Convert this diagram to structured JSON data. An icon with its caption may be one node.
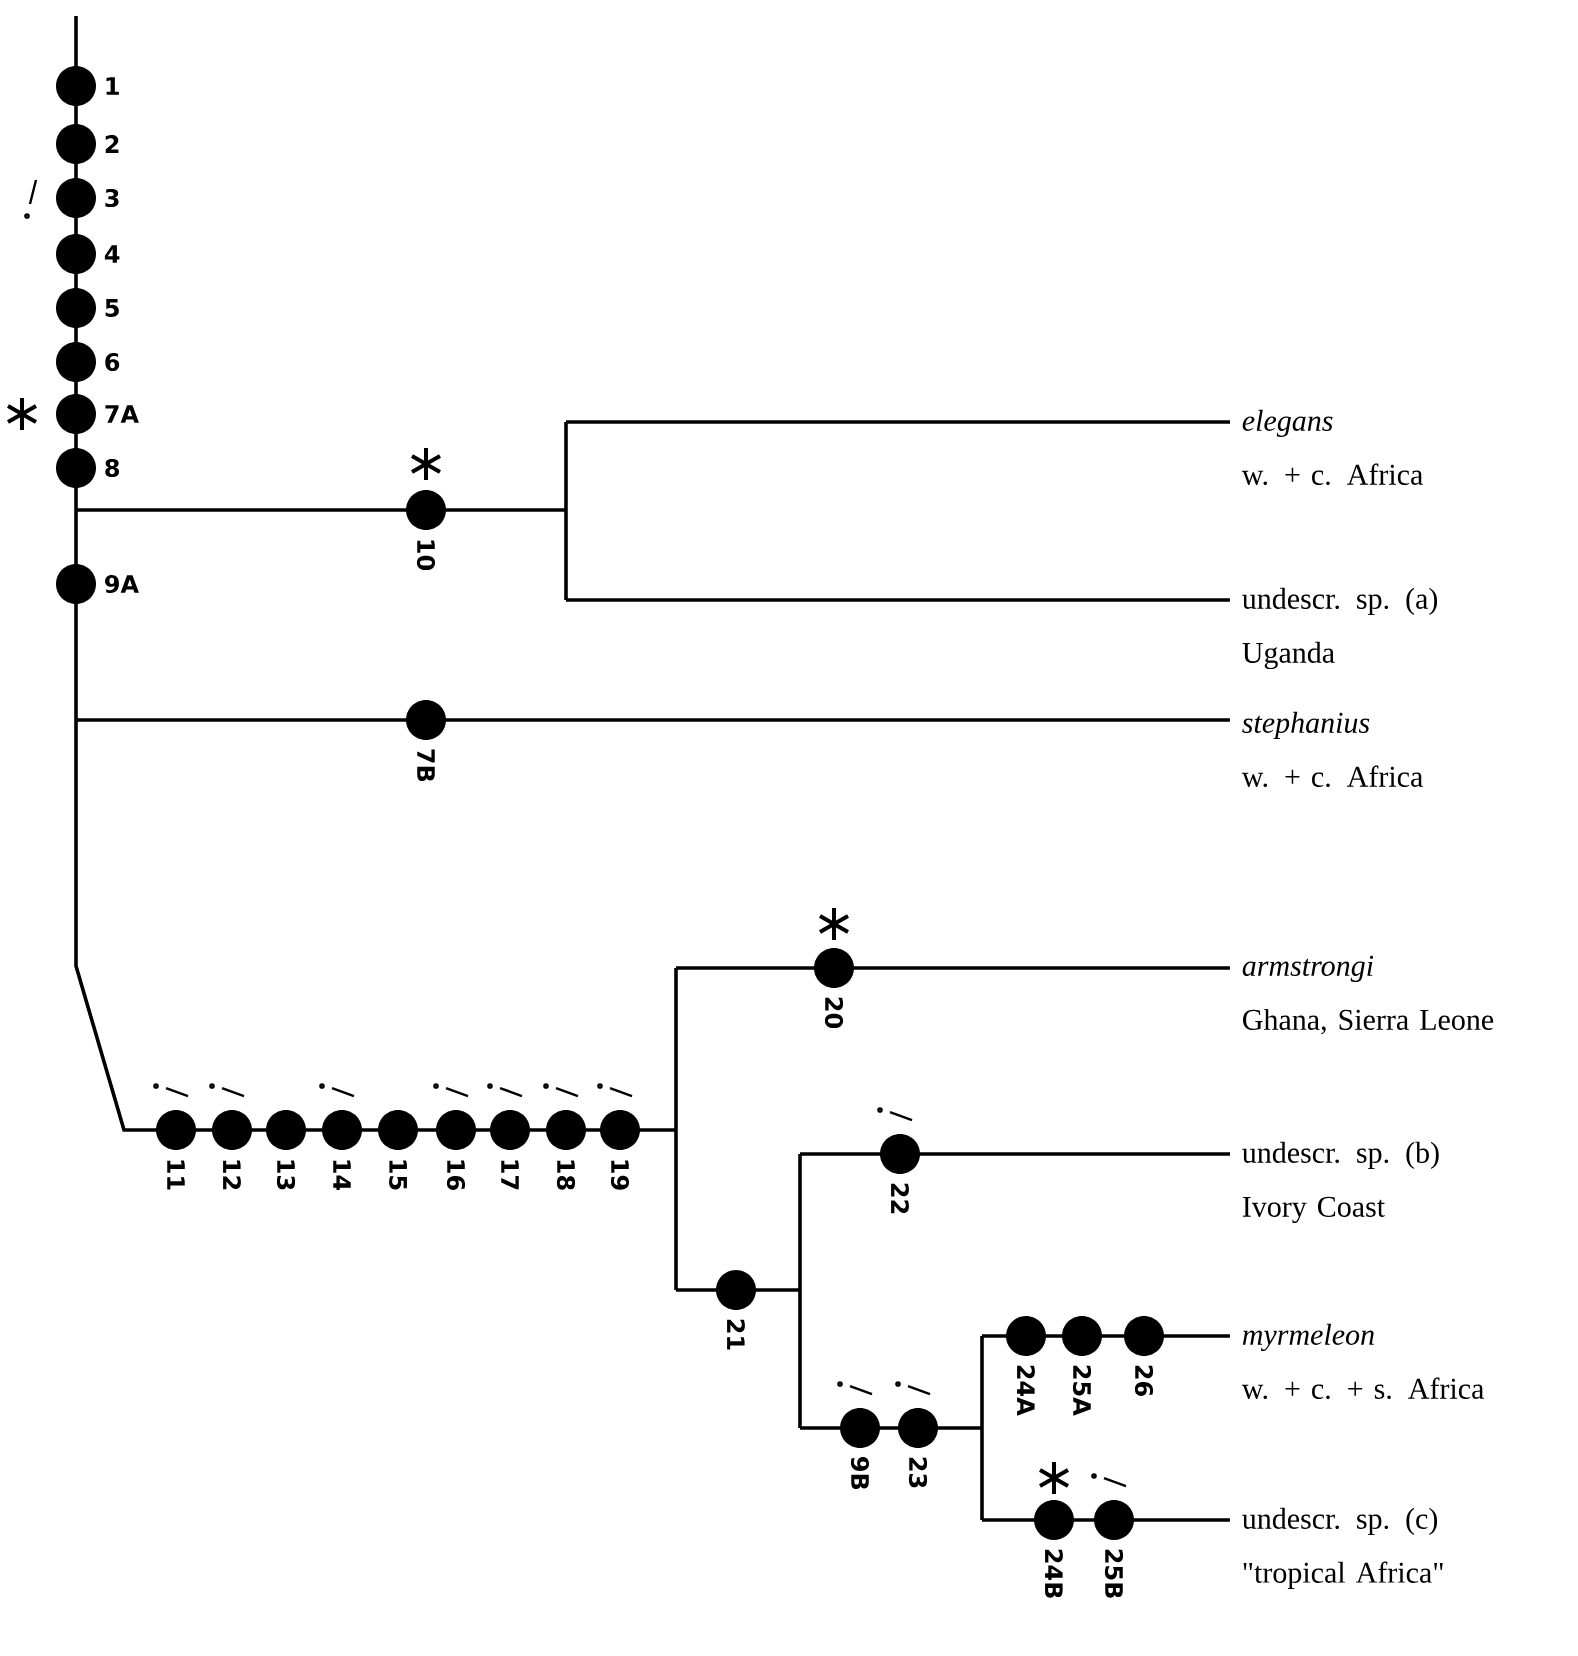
{
  "diagram": {
    "nodes": [
      {
        "text": [
          "elegans",
          "w. + c. Africa"
        ]
      },
      {
        "text": [
          "undescr. sp. (a)",
          "Uganda"
        ]
      },
      {
        "text": [
          "stephanius",
          "w. + c. Africa"
        ]
      },
      {
        "text": [
          "armstrongi",
          "Ghana, Sierra Leone"
        ]
      },
      {
        "text": [
          "undescr. sp. (b)",
          "Ivory Coast"
        ]
      },
      {
        "text": [
          "myrmeleon",
          "w. + c. + s. Africa"
        ]
      },
      {
        "text": [
          "undescr. sp. (c)",
          "\"tropical Africa\""
        ]
      }
    ],
    "labels": [
      "1",
      "2",
      "3",
      "4",
      "5",
      "6",
      "7A",
      "8",
      "10",
      "9A",
      "7B",
      "20",
      "11",
      "12",
      "13",
      "14",
      "15",
      "16",
      "17",
      "18",
      "19",
      "22",
      "21",
      "9B",
      "23",
      "24A",
      "25A",
      "26",
      "24B",
      "25B"
    ]
  }
}
